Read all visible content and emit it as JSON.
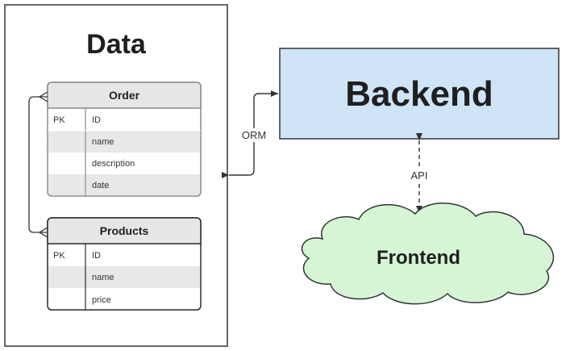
{
  "data_panel": {
    "title": "Data"
  },
  "order_table": {
    "title": "Order",
    "rows": [
      {
        "key": "PK",
        "field": "ID"
      },
      {
        "key": "",
        "field": "name"
      },
      {
        "key": "",
        "field": "description"
      },
      {
        "key": "",
        "field": "date"
      }
    ]
  },
  "products_table": {
    "title": "Products",
    "rows": [
      {
        "key": "PK",
        "field": "ID"
      },
      {
        "key": "",
        "field": "name"
      },
      {
        "key": "",
        "field": "price"
      }
    ]
  },
  "backend": {
    "label": "Backend",
    "fill": "#cfe4f7"
  },
  "frontend": {
    "label": "Frontend",
    "fill": "#d5f5d5"
  },
  "edges": {
    "orm_label": "ORM",
    "api_label": "API"
  },
  "colors": {
    "row_shaded": "#e8e8e8",
    "table_header_order": "#e6e6e6",
    "table_header_products": "#e6e6e6"
  }
}
